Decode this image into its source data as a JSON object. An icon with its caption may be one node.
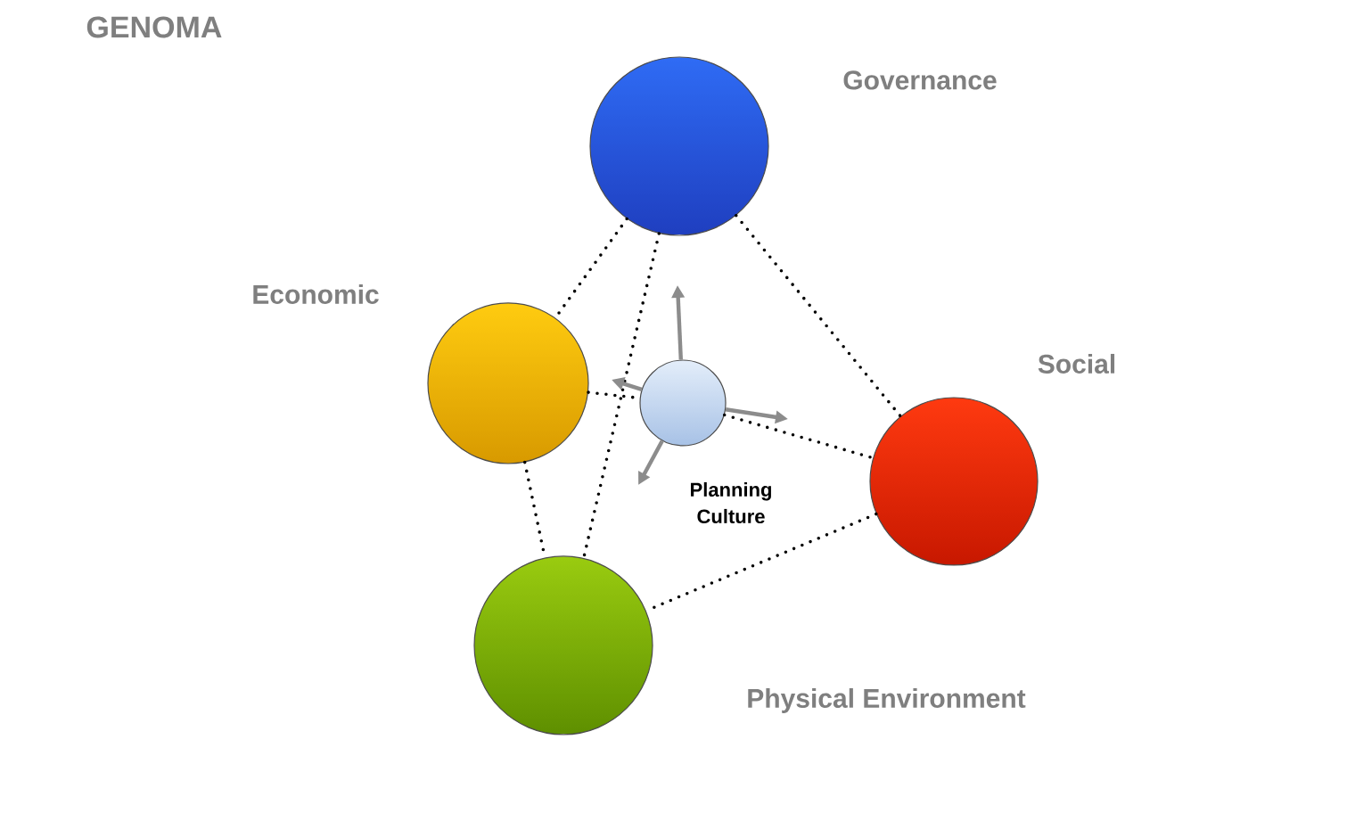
{
  "diagram": {
    "title": "GENOMA",
    "nodes": [
      {
        "text": [
          "Governance"
        ]
      },
      {
        "text": [
          "Economic"
        ]
      },
      {
        "text": [
          "Social"
        ]
      },
      {
        "text": [
          "Physical Environment"
        ]
      },
      {
        "text": [
          "Planning Culture"
        ]
      }
    ],
    "edges": [
      {
        "from": 0,
        "to": 1,
        "arrow": "none",
        "style": "dashed"
      },
      {
        "from": 0,
        "to": 2,
        "arrow": "none",
        "style": "dashed"
      },
      {
        "from": 0,
        "to": 3,
        "arrow": "none",
        "style": "dashed"
      },
      {
        "from": 1,
        "to": 3,
        "arrow": "none",
        "style": "dashed"
      },
      {
        "from": 1,
        "to": 4,
        "arrow": "none",
        "style": "dashed"
      },
      {
        "from": 4,
        "to": 2,
        "arrow": "none",
        "style": "dashed"
      },
      {
        "from": 2,
        "to": 3,
        "arrow": "none",
        "style": "dashed"
      },
      {
        "from": 4,
        "to": null,
        "arrow": "to",
        "color": "#8c8c8c"
      },
      {
        "from": 4,
        "to": null,
        "arrow": "to",
        "color": "#8c8c8c"
      },
      {
        "from": 4,
        "to": null,
        "arrow": "to",
        "color": "#8c8c8c"
      },
      {
        "from": 4,
        "to": null,
        "arrow": "to",
        "color": "#8c8c8c"
      }
    ]
  }
}
